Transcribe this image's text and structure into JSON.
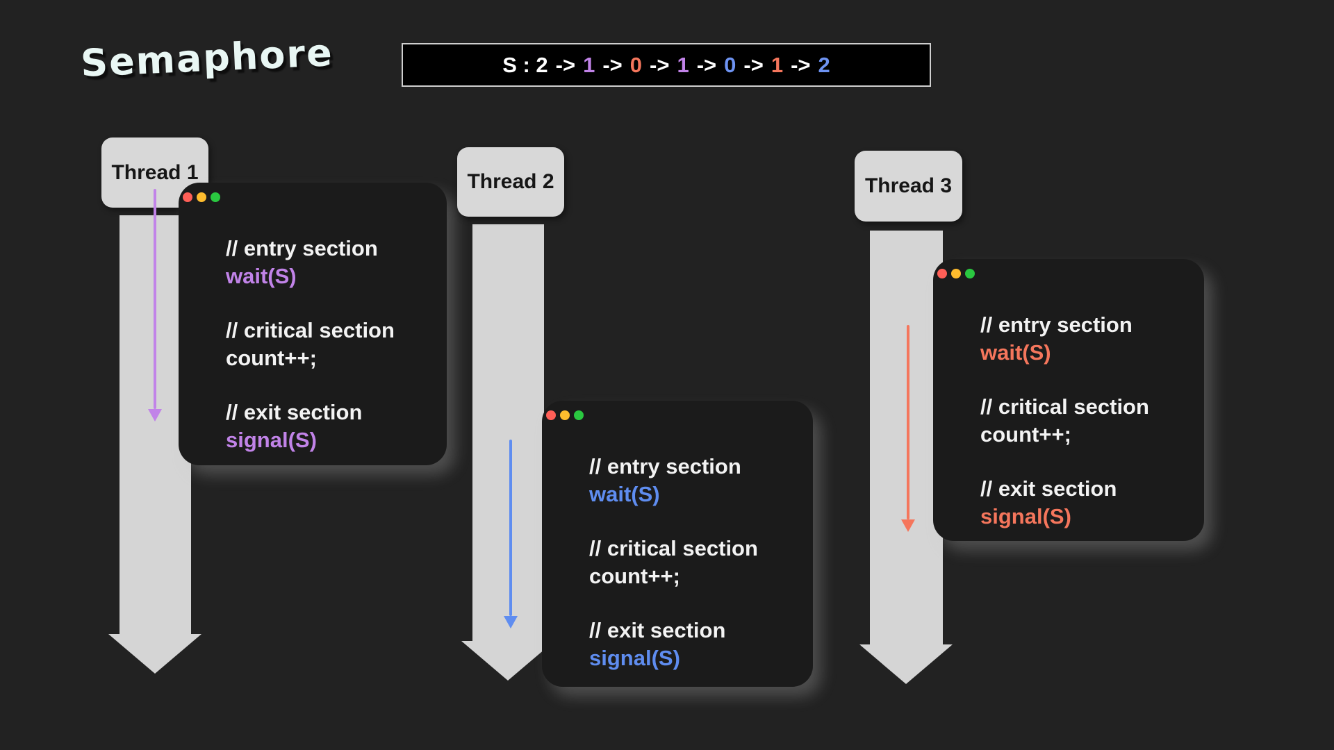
{
  "title": {
    "text": "Semaphore",
    "color": "#e9f7f4"
  },
  "semaphore_box": {
    "description": "semaphore value sequence",
    "tokens": [
      {
        "text": "S : 2",
        "color": "#ffffff"
      },
      {
        "text": "->",
        "color": "#ffffff"
      },
      {
        "text": "1",
        "color": "#c183e8"
      },
      {
        "text": "->",
        "color": "#ffffff"
      },
      {
        "text": "0",
        "color": "#f5765c"
      },
      {
        "text": "->",
        "color": "#ffffff"
      },
      {
        "text": "1",
        "color": "#c183e8"
      },
      {
        "text": "->",
        "color": "#ffffff"
      },
      {
        "text": "0",
        "color": "#6e93f2"
      },
      {
        "text": "->",
        "color": "#ffffff"
      },
      {
        "text": "1",
        "color": "#f5765c"
      },
      {
        "text": "->",
        "color": "#ffffff"
      },
      {
        "text": "2",
        "color": "#6e93f2"
      }
    ]
  },
  "window_controls": {
    "close": "#ff5f57",
    "minimize": "#febc2e",
    "zoom": "#2ac840"
  },
  "threads": [
    {
      "label": "Thread 1",
      "accent": "#c183e8",
      "code_lines": [
        {
          "text": "// entry section"
        },
        {
          "text": "wait(S)"
        },
        {
          "text": "// critical section"
        },
        {
          "text": "count++;"
        },
        {
          "text": "// exit section"
        },
        {
          "text": "signal(S)"
        }
      ]
    },
    {
      "label": "Thread 2",
      "accent": "#5f8df0",
      "code_lines": [
        {
          "text": "// entry section"
        },
        {
          "text": "wait(S)"
        },
        {
          "text": "// critical section"
        },
        {
          "text": "count++;"
        },
        {
          "text": "// exit section"
        },
        {
          "text": "signal(S)"
        }
      ]
    },
    {
      "label": "Thread 3",
      "accent": "#f5765c",
      "code_lines": [
        {
          "text": "// entry section"
        },
        {
          "text": "wait(S)"
        },
        {
          "text": "// critical section"
        },
        {
          "text": "count++;"
        },
        {
          "text": "// exit section"
        },
        {
          "text": "signal(S)"
        }
      ]
    }
  ]
}
